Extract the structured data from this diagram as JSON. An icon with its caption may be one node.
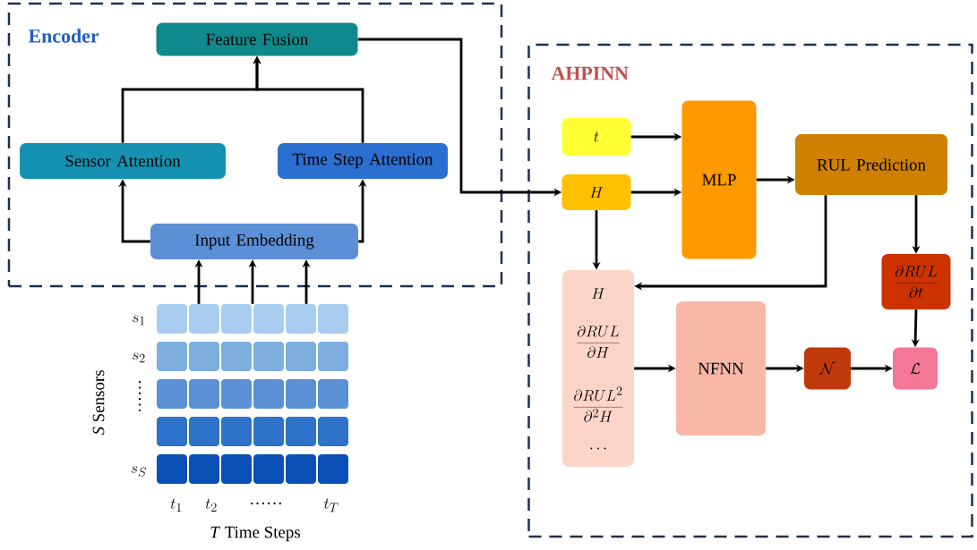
{
  "diagram": {
    "nodes": [
      {
        "text": [
          "Encoder"
        ]
      },
      {
        "text": [
          "Feature Fusion"
        ],
        "in": 0
      },
      {
        "text": [
          "Sensor Attention"
        ],
        "in": 0
      },
      {
        "text": [
          "Time Step Attention"
        ],
        "in": 0
      },
      {
        "text": [
          "Input Embedding"
        ],
        "in": 0
      },
      {
        "text": [
          "AHPINN"
        ]
      },
      {
        "text": [
          "t"
        ],
        "in": 5
      },
      {
        "text": [
          "H"
        ],
        "in": 5
      },
      {
        "text": [
          "MLP"
        ],
        "in": 5
      },
      {
        "text": [
          "RUL Prediction"
        ],
        "in": 5
      },
      {
        "text": [
          "\\frac{\\partial RUL}{\\partial t}"
        ],
        "in": 5
      },
      {
        "text": [
          "H",
          "\\frac{\\partial RUL}{\\partial H}",
          "\\frac{\\partial RUL^{2}}{\\partial^{2} H}",
          "\\cdots"
        ],
        "in": 5
      },
      {
        "text": [
          "NFNN"
        ],
        "in": 5
      },
      {
        "text": [
          "\\mathcal{N}"
        ],
        "in": 5
      },
      {
        "text": [
          "\\mathcal{L}"
        ],
        "in": 5
      },
      {
        "text": [],
        "shape": "picture"
      }
    ],
    "edges": [
      {
        "from": 2,
        "to": 1,
        "arrow": "to"
      },
      {
        "from": 3,
        "to": 1,
        "arrow": "to"
      },
      {
        "from": 4,
        "to": 2,
        "arrow": "to"
      },
      {
        "from": 4,
        "to": 3,
        "arrow": "to"
      },
      {
        "from": 15,
        "to": 4,
        "arrow": "to"
      },
      {
        "from": 15,
        "to": 4,
        "arrow": "to"
      },
      {
        "from": 15,
        "to": 4,
        "arrow": "to"
      },
      {
        "from": 1,
        "to": 7,
        "arrow": "to"
      },
      {
        "from": 6,
        "to": 8,
        "arrow": "to"
      },
      {
        "from": 7,
        "to": 8,
        "arrow": "to"
      },
      {
        "from": 8,
        "to": 9,
        "arrow": "to"
      },
      {
        "from": 7,
        "to": 11,
        "arrow": "to"
      },
      {
        "from": 9,
        "to": 11,
        "arrow": "to"
      },
      {
        "from": 9,
        "to": 10,
        "arrow": "to"
      },
      {
        "from": 11,
        "to": 12,
        "arrow": "to"
      },
      {
        "from": 12,
        "to": 13,
        "arrow": "to"
      },
      {
        "from": 13,
        "to": 14,
        "arrow": "to"
      },
      {
        "from": 10,
        "to": 14,
        "arrow": "to"
      }
    ],
    "labels": [
      "s_1",
      "s_2",
      "……",
      "*S* Sensors",
      "s_S",
      "t_1",
      "t_2",
      "……",
      "t_T",
      "*T* Time Steps"
    ]
  }
}
